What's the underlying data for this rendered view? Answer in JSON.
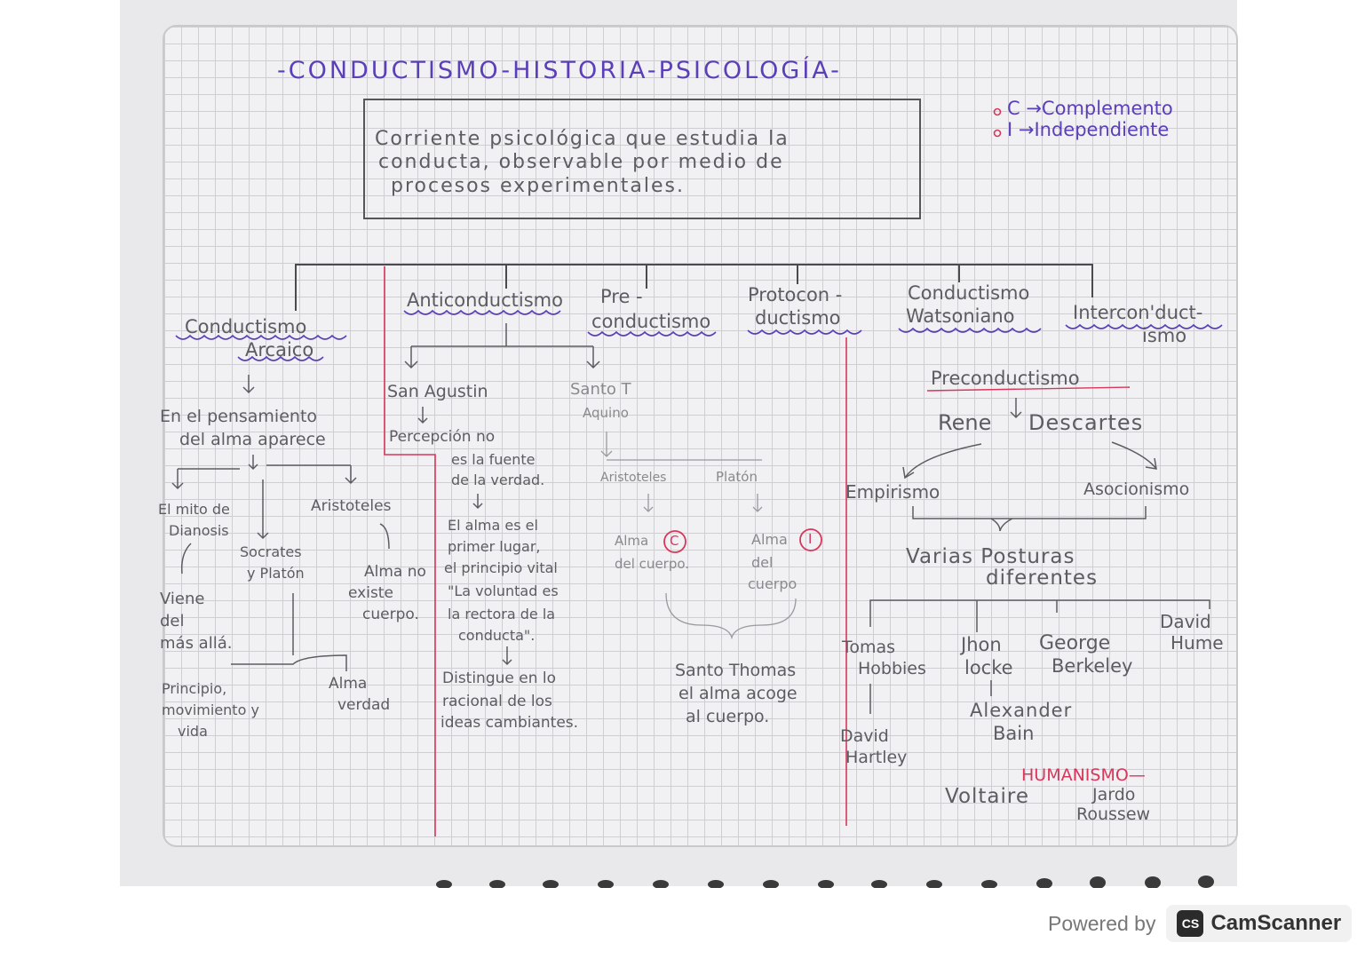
{
  "title": "-CONDUCTISMO-HISTORIA-PSICOLOGÍA-",
  "definition": {
    "line1": "Corriente psicológica que estudia la",
    "line2": "conducta, observable por medio de",
    "line3": "procesos experimentales."
  },
  "legend": {
    "c": "C →Complemento",
    "i": "I →Independiente"
  },
  "branches": {
    "arcaico_1": "Conductismo",
    "arcaico_2": "Arcaico",
    "anti": "Anticonductismo",
    "pre_1": "Pre -",
    "pre_2": "conductismo",
    "proto_1": "Protocon -",
    "proto_2": "ductismo",
    "watson_1": "Conductismo",
    "watson_2": "Watsoniano",
    "inter_1": "Intercon'duct-",
    "inter_2": "ismo"
  },
  "arcaico": {
    "pens_1": "En el pensamiento",
    "pens_2": "del alma aparece",
    "mito_1": "El mito de",
    "mito_2": "Dianosis",
    "socr_1": "Socrates",
    "socr_2": "y Platón",
    "aris": "Aristoteles",
    "viene_1": "Viene",
    "viene_2": "del",
    "viene_3": "más allá.",
    "alma_no_1": "Alma no",
    "alma_no_2": "existe",
    "alma_no_3": "cuerpo.",
    "prin_1": "Principio,",
    "prin_2": "movimiento y",
    "prin_3": "vida",
    "almav_1": "Alma",
    "almav_2": "verdad"
  },
  "anti": {
    "agustin": "San Agustin",
    "percep_1": "Percepción no",
    "percep_2": "es la fuente",
    "percep_3": "de la verdad.",
    "alma_1": "El alma es el",
    "alma_2": "primer lugar,",
    "alma_3": "el principio vital",
    "alma_4": "\"La voluntad es",
    "alma_5": "la rectora de la",
    "alma_6": "conducta\".",
    "dist_1": "Distingue en lo",
    "dist_2": "racional de los",
    "dist_3": "ideas cambiantes."
  },
  "pre": {
    "tomas_1": "Santo T",
    "tomas_2": "Aquino",
    "aris": "Aristoteles",
    "platon": "Platón",
    "alma_c_1": "Alma",
    "alma_c_badge": "C",
    "alma_c_2": "del cuerpo.",
    "alma_i_1": "Alma",
    "alma_i_badge": "I",
    "alma_i_2": "del",
    "alma_i_3": "cuerpo",
    "santo_1": "Santo Thomas",
    "santo_2": "el alma acoge",
    "santo_3": "al cuerpo."
  },
  "watson": {
    "precon": "Preconductismo",
    "rene": "Rene",
    "descartes": "Descartes",
    "empirismo": "Empirismo",
    "asoc": "Asocionismo",
    "varias_1": "Varias Posturas",
    "varias_2": "diferentes",
    "tomas_1": "Tomas",
    "tomas_2": "Hobbies",
    "jhon_1": "Jhon",
    "jhon_2": "locke",
    "george_1": "George",
    "george_2": "Berkeley",
    "hume_1": "David",
    "hume_2": "Hume",
    "hartley_1": "David",
    "hartley_2": "Hartley",
    "alex_1": "Alexander",
    "alex_2": "Bain",
    "humanismo": "HUMANISMO—",
    "voltaire": "Voltaire",
    "rousseau_1": "Jardo",
    "rousseau_2": "Roussew"
  },
  "footer": {
    "powered": "Powered by",
    "logo": "CS",
    "brand": "CamScanner"
  },
  "colors": {
    "purple": "#5b3fb8",
    "red": "#d8365a",
    "pencil": "#5c5c62"
  }
}
